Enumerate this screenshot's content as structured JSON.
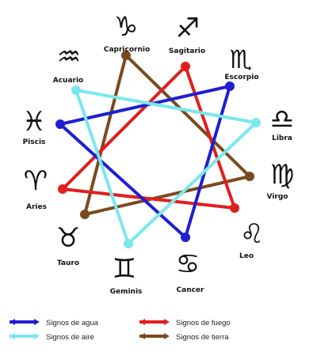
{
  "signs": [
    {
      "key": "capricornio",
      "label": "Capricornio",
      "symbol": "♑"
    },
    {
      "key": "sagitario",
      "label": "Sagitario",
      "symbol": "♐"
    },
    {
      "key": "escorpio",
      "label": "Escorpio",
      "symbol": "♏"
    },
    {
      "key": "libra",
      "label": "Libra",
      "symbol": "♎"
    },
    {
      "key": "virgo",
      "label": "Virgo",
      "symbol": "♍"
    },
    {
      "key": "leo",
      "label": "Leo",
      "symbol": "♌"
    },
    {
      "key": "cancer",
      "label": "Cancer",
      "symbol": "♋"
    },
    {
      "key": "geminis",
      "label": "Geminis",
      "symbol": "♊"
    },
    {
      "key": "tauro",
      "label": "Tauro",
      "symbol": "♉"
    },
    {
      "key": "aries",
      "label": "Aries",
      "symbol": "♈"
    },
    {
      "key": "piscis",
      "label": "Piscis",
      "symbol": "♓"
    },
    {
      "key": "acuario",
      "label": "Acuario",
      "symbol": "♒"
    }
  ],
  "elements": [
    {
      "key": "agua",
      "label": "Signos de agua",
      "color": "#1f1fcf"
    },
    {
      "key": "aire",
      "label": "Signos de aire",
      "color": "#7be8ee"
    },
    {
      "key": "fuego",
      "label": "Signos de fuego",
      "color": "#e01f1f"
    },
    {
      "key": "tierra",
      "label": "Signos de tierra",
      "color": "#7a4a1e"
    }
  ]
}
